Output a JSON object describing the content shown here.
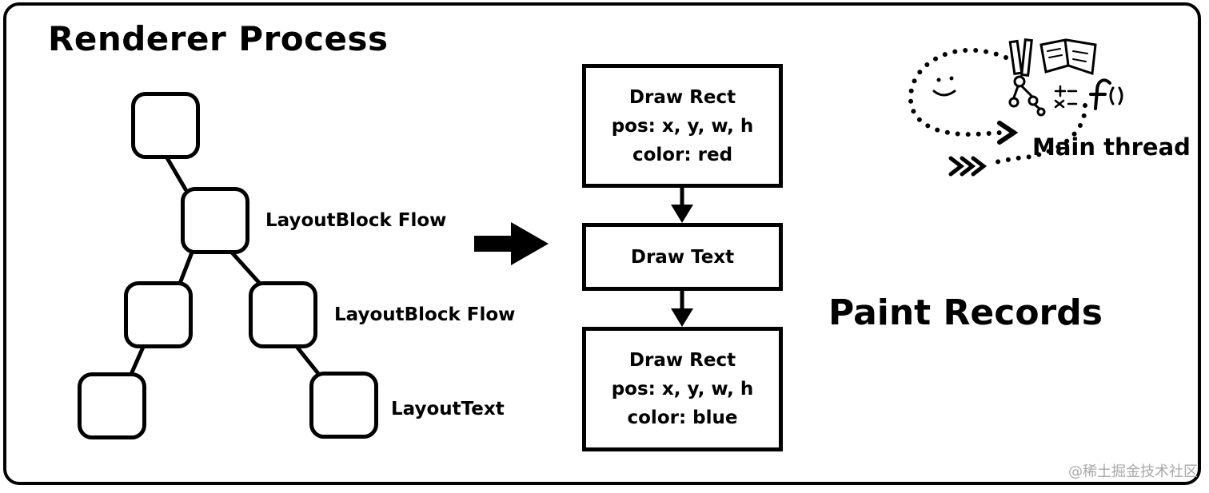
{
  "title": "Renderer Process",
  "layout_tree": {
    "labels": [
      "LayoutBlock Flow",
      "LayoutBlock Flow",
      "LayoutText"
    ]
  },
  "paint_records": {
    "heading": "Paint Records",
    "records": [
      {
        "lines": [
          "Draw Rect",
          "pos: x, y, w, h",
          "color: red"
        ]
      },
      {
        "lines": [
          "Draw Text"
        ]
      },
      {
        "lines": [
          "Draw Rect",
          "pos: x, y, w, h",
          "color: blue"
        ]
      }
    ]
  },
  "main_thread": {
    "label": "Main thread",
    "icon": "main-thread-mascot-icon"
  },
  "watermark": "@稀土掘金技术社区"
}
